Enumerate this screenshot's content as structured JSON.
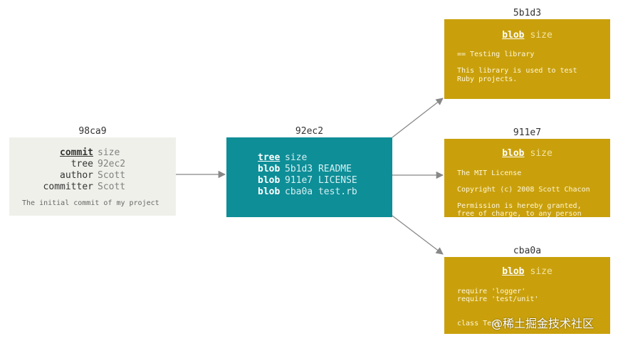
{
  "commit": {
    "hash": "98ca9",
    "header_key": "commit",
    "header_val": "size",
    "rows": [
      {
        "key": "tree",
        "value": "92ec2"
      },
      {
        "key": "author",
        "value": "Scott"
      },
      {
        "key": "committer",
        "value": "Scott"
      }
    ],
    "note": "The initial commit of my project"
  },
  "tree": {
    "hash": "92ec2",
    "header_key": "tree",
    "header_val": "size",
    "rows": [
      {
        "key": "blob",
        "value": "5b1d3 README"
      },
      {
        "key": "blob",
        "value": "911e7 LICENSE"
      },
      {
        "key": "blob",
        "value": "cba0a test.rb"
      }
    ]
  },
  "blobs": [
    {
      "hash": "5b1d3",
      "header_key": "blob",
      "header_val": "size",
      "lines": [
        "== Testing library",
        "",
        "This library is used to test",
        "Ruby projects."
      ]
    },
    {
      "hash": "911e7",
      "header_key": "blob",
      "header_val": "size",
      "lines": [
        "The MIT License",
        "",
        "Copyright (c) 2008 Scott Chacon",
        "",
        "Permission is hereby granted,",
        "free of charge, to any person"
      ]
    },
    {
      "hash": "cba0a",
      "header_key": "blob",
      "header_val": "size",
      "lines": [
        "require 'logger'",
        "require 'test/unit'",
        "",
        "",
        "class Test"
      ]
    }
  ],
  "watermark": "@稀土掘金技术社区",
  "colors": {
    "commit_bg": "#f0f0eb",
    "tree_bg": "#0e8e97",
    "blob_bg": "#c9a00c",
    "arrow": "#888888"
  }
}
